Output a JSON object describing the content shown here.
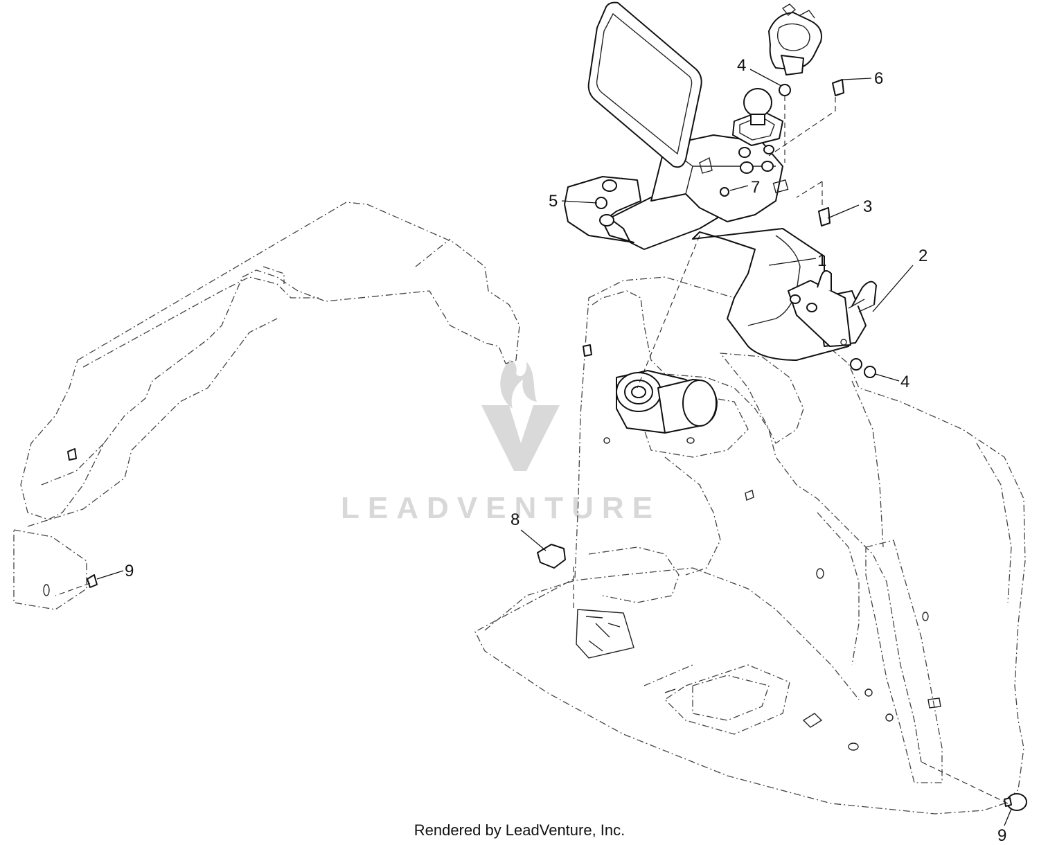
{
  "diagram": {
    "callouts": [
      {
        "id": "c1",
        "label": "1"
      },
      {
        "id": "c2",
        "label": "2"
      },
      {
        "id": "c3",
        "label": "3"
      },
      {
        "id": "c4a",
        "label": "4"
      },
      {
        "id": "c4b",
        "label": "4"
      },
      {
        "id": "c5",
        "label": "5"
      },
      {
        "id": "c6",
        "label": "6"
      },
      {
        "id": "c7",
        "label": "7"
      },
      {
        "id": "c8",
        "label": "8"
      },
      {
        "id": "c9a",
        "label": "9"
      },
      {
        "id": "c9b",
        "label": "9"
      }
    ]
  },
  "watermark": {
    "text": "LEADVENTURE"
  },
  "footer": {
    "text": "Rendered by LeadVenture, Inc."
  }
}
